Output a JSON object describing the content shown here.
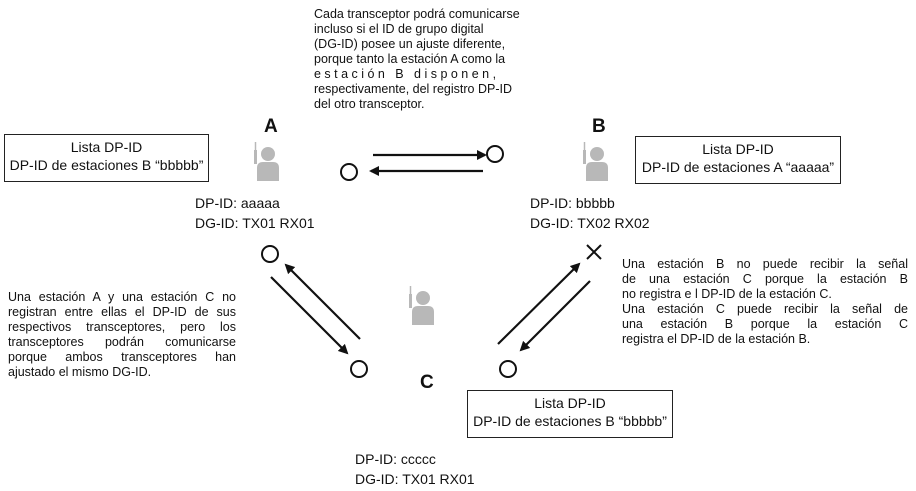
{
  "top_note": [
    "Cada transceptor podrá comunicarse",
    "incluso si el ID de grupo digital",
    "(DG-ID) posee un ajuste diferente,",
    "porque tanto la estación A como la",
    "e s t a c i ó n   B   d i s p o n e n ,",
    "respectivamente, del registro DP-ID",
    "del otro transceptor."
  ],
  "station_a": {
    "letter": "A",
    "dp_id": "DP-ID: aaaaa",
    "dg_id": "DG-ID: TX01 RX01",
    "list_title": "Lista DP-ID",
    "list_entry": "DP-ID de estaciones B “bbbbb”"
  },
  "station_b": {
    "letter": "B",
    "dp_id": "DP-ID: bbbbb",
    "dg_id": "DG-ID: TX02 RX02",
    "list_title": "Lista DP-ID",
    "list_entry": "DP-ID de estaciones A “aaaaa”"
  },
  "station_c": {
    "letter": "C",
    "dp_id": "DP-ID: ccccc",
    "dg_id": "DG-ID: TX01 RX01",
    "list_title": "Lista DP-ID",
    "list_entry": "DP-ID de estaciones B “bbbbb”"
  },
  "left_note": [
    "Una estación A y una estación C no",
    "registran entre ellas el DP-ID de sus",
    "respectivos transceptores, pero los",
    "transceptores podrán comunicarse",
    "porque ambos transceptores han",
    "ajustado el mismo DG-ID."
  ],
  "right_note": [
    "Una estación B no puede recibir la señal",
    "de una estación C porque la estación B",
    "no registra e l DP-ID de la estación C.",
    "Una estación C puede recibir la señal de",
    "una estación B porque la estación C",
    "registra el DP-ID de la estación B."
  ],
  "link_marks": {
    "a_b": [
      "ok",
      "ok"
    ],
    "a_c": [
      "ok",
      "ok"
    ],
    "b_c": [
      "blocked",
      "ok"
    ]
  },
  "colors": {
    "person": "#b8b8b8",
    "line": "#111111"
  }
}
